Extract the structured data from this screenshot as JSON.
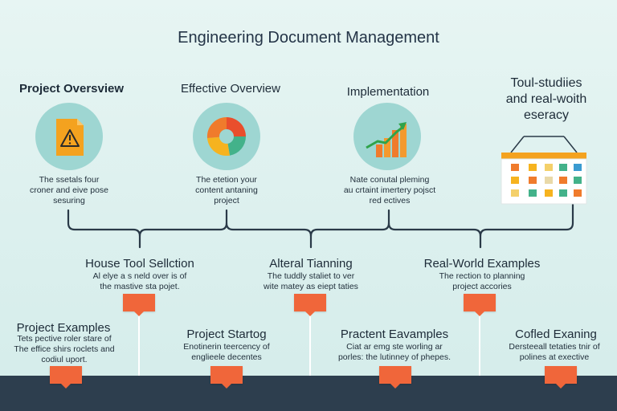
{
  "title": "Engineering Document Management",
  "top": [
    {
      "heading": "Project Oversview",
      "lines": [
        "The ssetals four",
        "croner and eive pose",
        "sesuring"
      ]
    },
    {
      "heading": "Effective Overview",
      "lines": [
        "The etetion your",
        "content antaning",
        "project"
      ]
    },
    {
      "heading": "Implementation",
      "lines": [
        "Nate conutal pleming",
        "au crtaint imertery pojsct",
        "red ectives"
      ]
    },
    {
      "heading_lines": [
        "Toul-studiies",
        "and real-woith",
        "eseracy"
      ]
    }
  ],
  "middle": [
    {
      "heading": "House Tool Sellction",
      "lines": [
        "Al elye a s neld over is of",
        "the mastive sta pojet."
      ]
    },
    {
      "heading": "Alteral Tianning",
      "lines": [
        "The tuddly staliet to ver",
        "wite matey as eiept taties"
      ]
    },
    {
      "heading": "Real-World Examples",
      "lines": [
        "The rection to planning",
        "project accories"
      ]
    }
  ],
  "bottom": [
    {
      "heading": "Project Examples",
      "lines": [
        "Tets pective roler stare of",
        "The effice shirs roclets and",
        "codiul uport."
      ]
    },
    {
      "heading": "Project Startog",
      "lines": [
        "Enotinerin teercency of",
        "englieele decentes"
      ]
    },
    {
      "heading": "Practent Eavamples",
      "lines": [
        "Ciat ar emg ste worling ar",
        "porles: the lutinney of phepes."
      ]
    },
    {
      "heading": "Cofled Exaning",
      "lines": [
        "Dersteeall tetaties tnir of",
        "polines at exective"
      ]
    }
  ],
  "icons": {
    "doc": "warning-document-icon",
    "pie": "pie-chart-icon",
    "growth": "growth-chart-icon",
    "calendar": "calendar-board-icon"
  },
  "colors": {
    "accent": "#f0663a",
    "teal_circle": "#9ed6d2",
    "line": "#2a3a48",
    "bar": "#2d3e4e"
  }
}
